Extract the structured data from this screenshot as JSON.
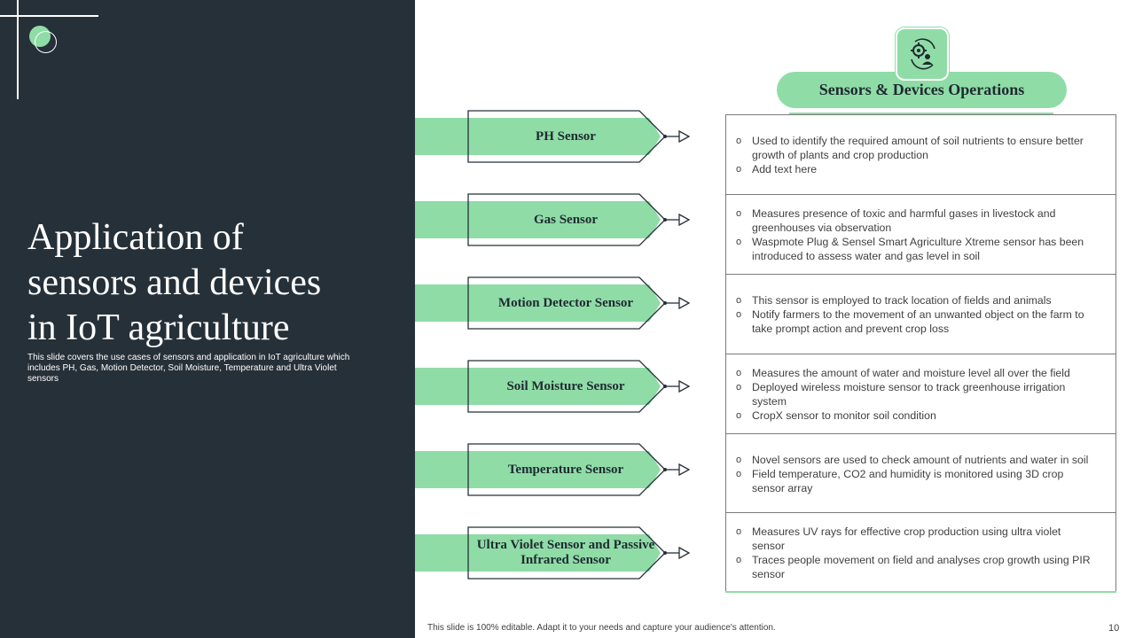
{
  "slide": {
    "title_lines": [
      "Application of",
      "sensors and devices",
      "in IoT agriculture"
    ],
    "subtitle": "This slide covers the use cases of sensors and application in IoT  agriculture which includes PH, Gas, Motion Detector, Soil Moisture, Temperature and Ultra Violet sensors",
    "header_label": "Sensors & Devices Operations",
    "header_icon": "gear-person-cycle-icon",
    "footer_note": "This slide is 100% editable.  Adapt it to your needs and capture your audience's attention.",
    "page_number": "10"
  },
  "colors": {
    "dark_panel": "#263038",
    "accent_green": "#8fdca7",
    "text_dark": "#1f2a30",
    "border_gray": "#7b7b7b"
  },
  "sensors": [
    {
      "label": "PH Sensor",
      "bullets": [
        "Used to identify the required  amount of soil nutrients to ensure better growth  of plants and crop production",
        "Add text here"
      ]
    },
    {
      "label": "Gas Sensor",
      "bullets": [
        "Measures presence of toxic and harmful  gases in livestock and greenhouses via  observation",
        "Waspmote Plug & Sensel Smart Agriculture Xtreme  sensor has been introduced to assess water and gas level  in soil"
      ]
    },
    {
      "label": "Motion Detector Sensor",
      "bullets": [
        "This sensor is employed to track location of fields and animals",
        "Notify farmers to the movement  of an unwanted object on the farm to take prompt action and prevent  crop loss"
      ]
    },
    {
      "label": "Soil Moisture Sensor",
      "bullets": [
        "Measures the amount of water and moisture level  all over the field",
        "Deployed wireless moisture sensor to track greenhouse  irrigation system",
        "CropX  sensor to monitor soil condition"
      ]
    },
    {
      "label": "Temperature Sensor",
      "bullets": [
        "Novel  sensors are used to check amount of nutrients and water in soil",
        "Field temperature,  CO2 and humidity is monitored using 3D crop sensor array"
      ]
    },
    {
      "label": "Ultra Violet Sensor and Passive Infrared Sensor",
      "bullets": [
        "Measures UV rays for effective  crop production using ultra violet sensor",
        "Traces people movement  on field and analyses crop growth using PIR sensor"
      ]
    }
  ]
}
